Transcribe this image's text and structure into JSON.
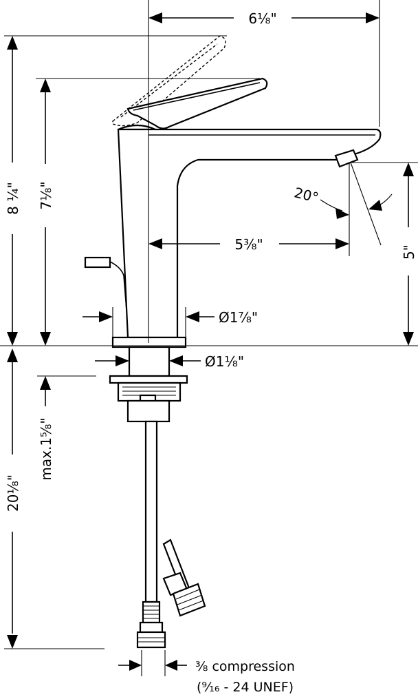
{
  "dimensions": {
    "overall_width": "6⅛\"",
    "total_height": "8 ¼\"",
    "lever_height": "7⅛\"",
    "spout_reach": "5⅜\"",
    "spout_height": "5\"",
    "angle": "20°",
    "base_diameter": "Ø1⅞\"",
    "shank_diameter": "Ø1⅛\"",
    "max_deck": "max.1⅝\"",
    "supply_length": "20⅛\"",
    "compression_line1": "⅜ compression",
    "compression_line2": "(⁹⁄₁₆ - 24 UNEF)"
  }
}
